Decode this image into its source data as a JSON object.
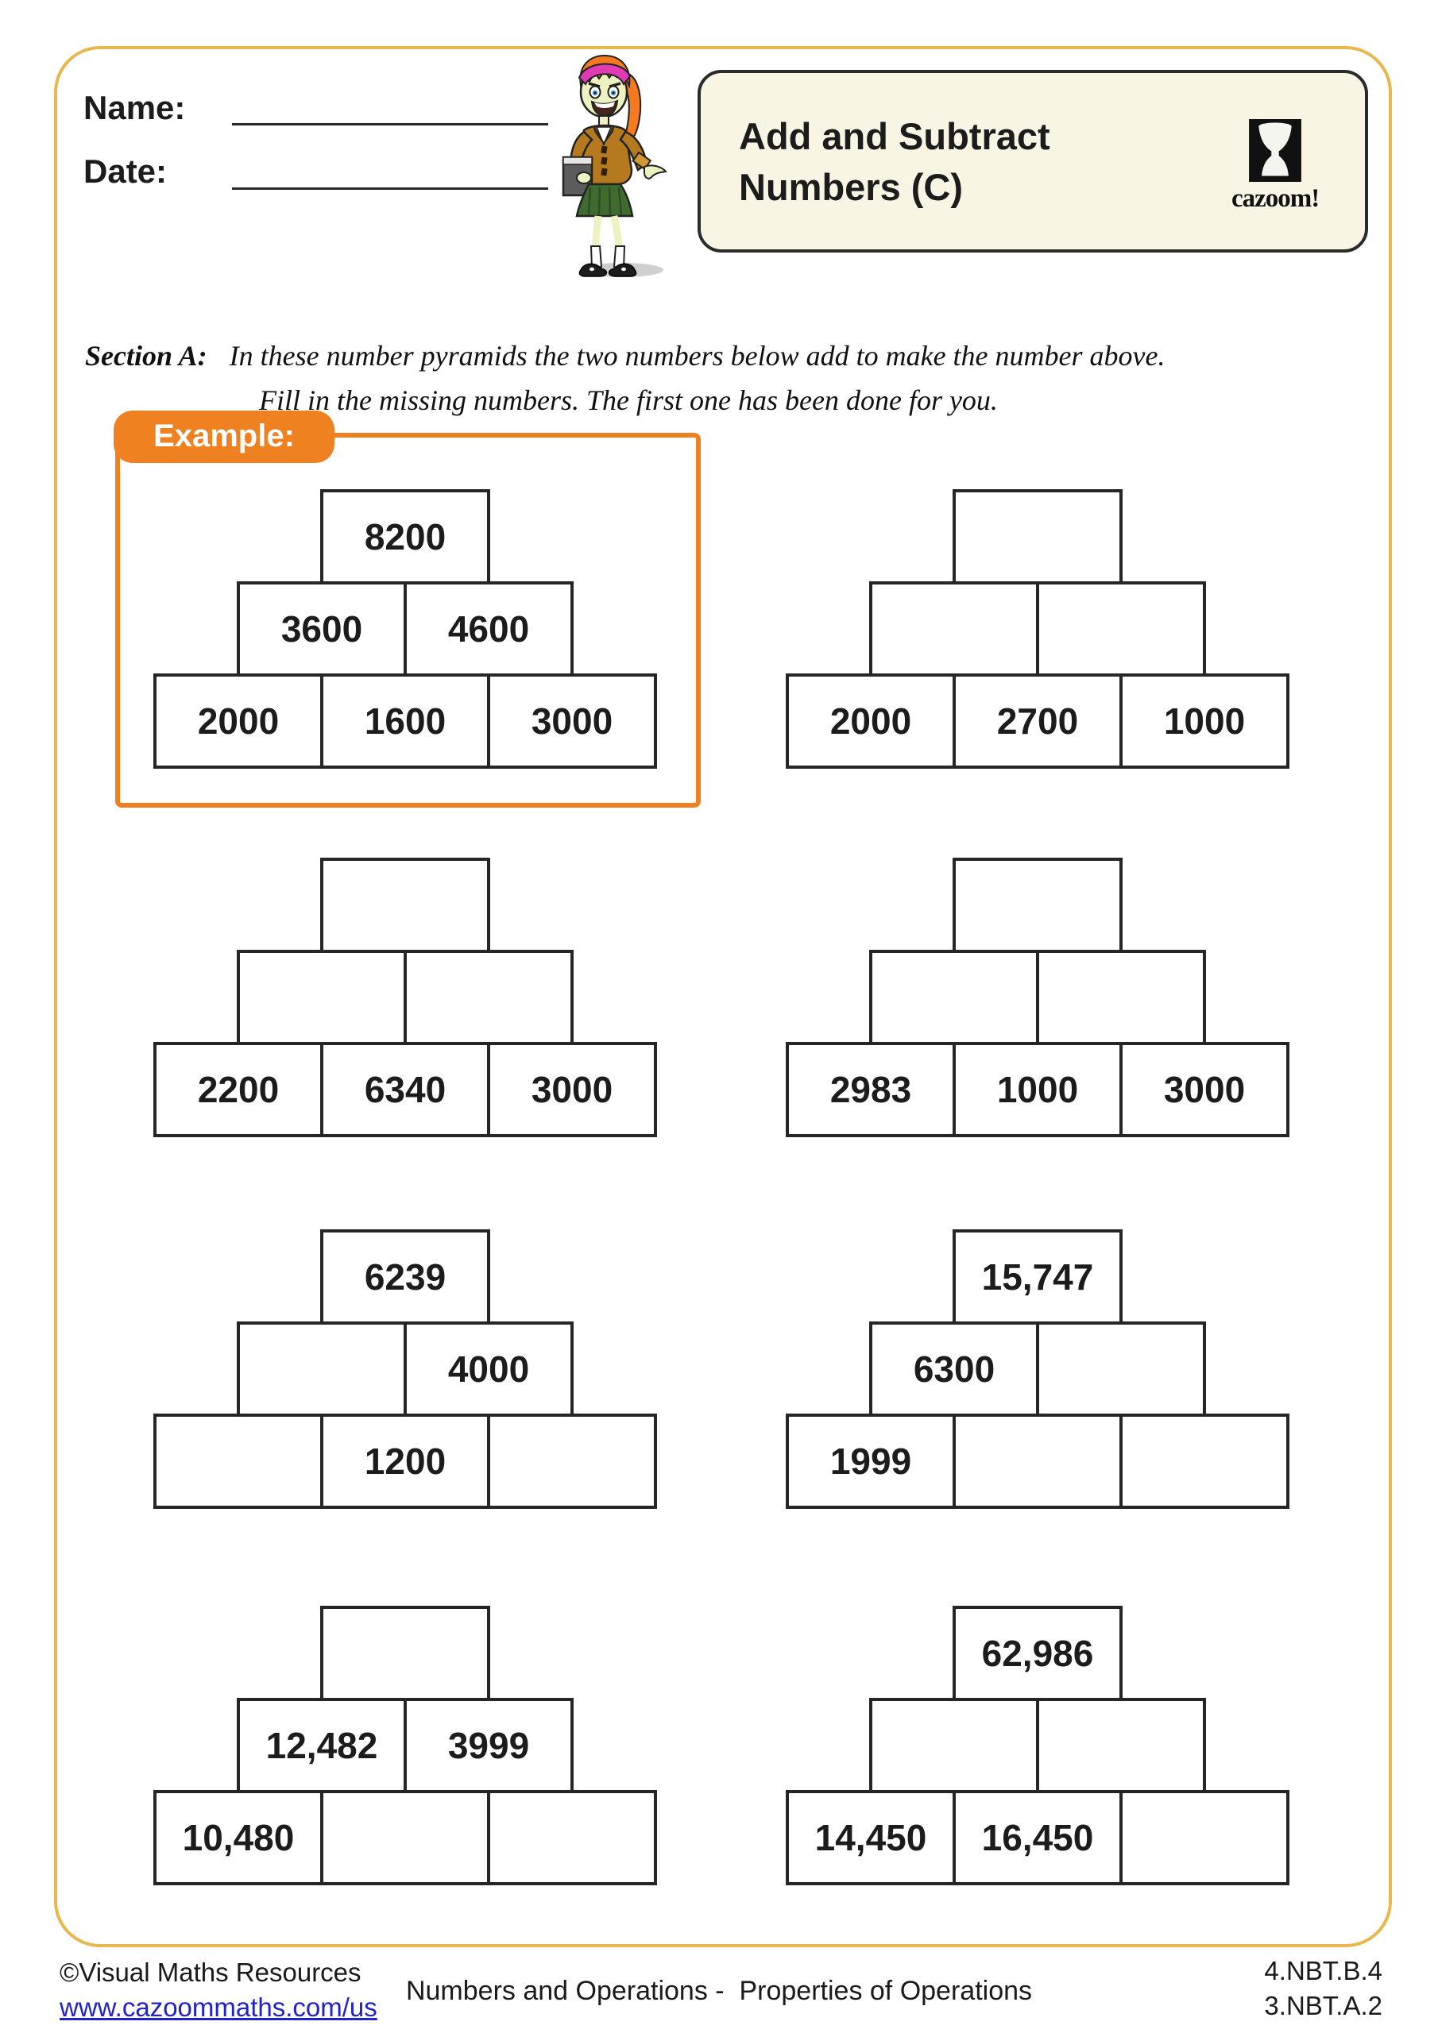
{
  "header": {
    "name_label": "Name:",
    "date_label": "Date:",
    "title_line1": "Add and Subtract",
    "title_line2": "Numbers (C)",
    "logo_word": "cazoom!"
  },
  "section_a": {
    "label": "Section A:",
    "instruction_line1": "In these number pyramids the two numbers below add to make the number above.",
    "instruction_line2": "Fill in the missing numbers. The first one has been done for you."
  },
  "example_label": "Example:",
  "pyramids": [
    {
      "id": "example",
      "col": "left",
      "row": 1,
      "cells": [
        [
          "8200"
        ],
        [
          "3600",
          "4600"
        ],
        [
          "2000",
          "1600",
          "3000"
        ]
      ]
    },
    {
      "id": "pyramid-1",
      "col": "right",
      "row": 1,
      "cells": [
        [
          ""
        ],
        [
          "",
          ""
        ],
        [
          "2000",
          "2700",
          "1000"
        ]
      ]
    },
    {
      "id": "pyramid-2",
      "col": "left",
      "row": 2,
      "cells": [
        [
          ""
        ],
        [
          "",
          ""
        ],
        [
          "2200",
          "6340",
          "3000"
        ]
      ]
    },
    {
      "id": "pyramid-3",
      "col": "right",
      "row": 2,
      "cells": [
        [
          ""
        ],
        [
          "",
          ""
        ],
        [
          "2983",
          "1000",
          "3000"
        ]
      ]
    },
    {
      "id": "pyramid-4",
      "col": "left",
      "row": 3,
      "cells": [
        [
          "6239"
        ],
        [
          "",
          "4000"
        ],
        [
          "",
          "1200",
          ""
        ]
      ]
    },
    {
      "id": "pyramid-5",
      "col": "right",
      "row": 3,
      "cells": [
        [
          "15,747"
        ],
        [
          "6300",
          ""
        ],
        [
          "1999",
          "",
          ""
        ]
      ]
    },
    {
      "id": "pyramid-6",
      "col": "left",
      "row": 4,
      "cells": [
        [
          ""
        ],
        [
          "12,482",
          "3999"
        ],
        [
          "10,480",
          "",
          ""
        ]
      ]
    },
    {
      "id": "pyramid-7",
      "col": "right",
      "row": 4,
      "cells": [
        [
          "62,986"
        ],
        [
          "",
          ""
        ],
        [
          "14,450",
          "16,450",
          ""
        ]
      ]
    }
  ],
  "footer": {
    "copyright": "©Visual Maths Resources",
    "website": "www.cazoommaths.com/us",
    "center": "Numbers and Operations -  Properties of Operations",
    "standard1": "4.NBT.B.4",
    "standard2": "3.NBT.A.2"
  },
  "colors": {
    "accent_orange": "#F08121",
    "page_border_gold": "#E8B84E",
    "title_box_cream": "#F9F5E4",
    "link_blue": "#2222CC",
    "box_border": "#262626"
  }
}
